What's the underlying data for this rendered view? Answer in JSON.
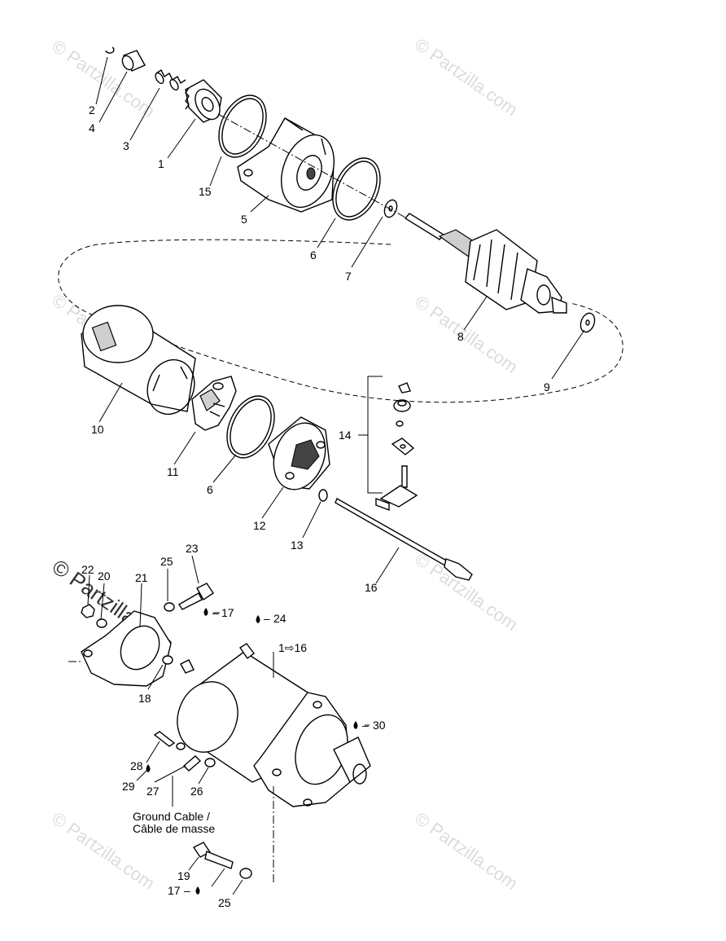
{
  "watermarks": {
    "text": "© Partzilla.com",
    "big_text": "© Partzilla.com"
  },
  "part_labels": [
    {
      "id": "p2",
      "text": "2"
    },
    {
      "id": "p4",
      "text": "4"
    },
    {
      "id": "p3",
      "text": "3"
    },
    {
      "id": "p1",
      "text": "1"
    },
    {
      "id": "p15",
      "text": "15"
    },
    {
      "id": "p5",
      "text": "5"
    },
    {
      "id": "p6a",
      "text": "6"
    },
    {
      "id": "p7",
      "text": "7"
    },
    {
      "id": "p8",
      "text": "8"
    },
    {
      "id": "p9",
      "text": "9"
    },
    {
      "id": "p10",
      "text": "10"
    },
    {
      "id": "p11",
      "text": "11"
    },
    {
      "id": "p6b",
      "text": "6"
    },
    {
      "id": "p12",
      "text": "12"
    },
    {
      "id": "p13",
      "text": "13"
    },
    {
      "id": "p14",
      "text": "14"
    },
    {
      "id": "p16",
      "text": "16"
    },
    {
      "id": "p22",
      "text": "22"
    },
    {
      "id": "p20",
      "text": "20"
    },
    {
      "id": "p21",
      "text": "21"
    },
    {
      "id": "p25a",
      "text": "25"
    },
    {
      "id": "p23",
      "text": "23"
    },
    {
      "id": "p17a",
      "text": "17"
    },
    {
      "id": "p24",
      "text": "24"
    },
    {
      "id": "p1to16",
      "text": "1⇨16"
    },
    {
      "id": "p18",
      "text": "18"
    },
    {
      "id": "p30",
      "text": "30"
    },
    {
      "id": "p28",
      "text": "28"
    },
    {
      "id": "p29",
      "text": "29"
    },
    {
      "id": "p27",
      "text": "27"
    },
    {
      "id": "p26",
      "text": "26"
    },
    {
      "id": "p19",
      "text": "19"
    },
    {
      "id": "p17b",
      "text": "17"
    },
    {
      "id": "p25b",
      "text": "25"
    }
  ],
  "ground_cable": {
    "line1": "Ground Cable /",
    "line2": "Câble de masse"
  }
}
